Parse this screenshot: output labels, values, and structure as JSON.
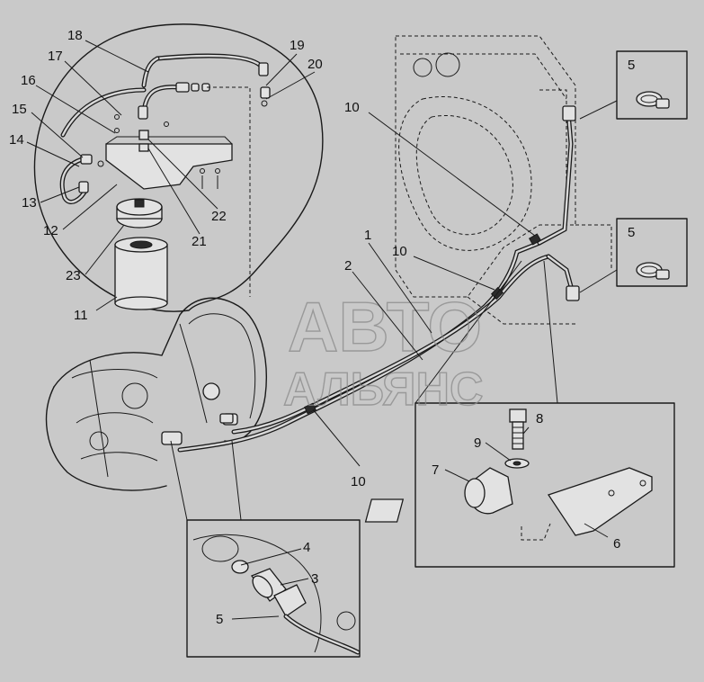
{
  "watermark": {
    "line1": "АВТО",
    "line2": "АЛЬЯНС"
  },
  "callouts": [
    {
      "id": "c18",
      "text": "18"
    },
    {
      "id": "c17",
      "text": "17"
    },
    {
      "id": "c16",
      "text": "16"
    },
    {
      "id": "c15",
      "text": "15"
    },
    {
      "id": "c14",
      "text": "14"
    },
    {
      "id": "c13",
      "text": "13"
    },
    {
      "id": "c12",
      "text": "12"
    },
    {
      "id": "c23",
      "text": "23"
    },
    {
      "id": "c11",
      "text": "11"
    },
    {
      "id": "c21",
      "text": "21"
    },
    {
      "id": "c22",
      "text": "22"
    },
    {
      "id": "c19",
      "text": "19"
    },
    {
      "id": "c20",
      "text": "20"
    },
    {
      "id": "c10a",
      "text": "10"
    },
    {
      "id": "c10b",
      "text": "10"
    },
    {
      "id": "c10c",
      "text": "10"
    },
    {
      "id": "c1",
      "text": "1"
    },
    {
      "id": "c2",
      "text": "2"
    },
    {
      "id": "c5a",
      "text": "5"
    },
    {
      "id": "c5b",
      "text": "5"
    },
    {
      "id": "c8",
      "text": "8"
    },
    {
      "id": "c9",
      "text": "9"
    },
    {
      "id": "c7",
      "text": "7"
    },
    {
      "id": "c6",
      "text": "6"
    },
    {
      "id": "c4",
      "text": "4"
    },
    {
      "id": "c3",
      "text": "3"
    },
    {
      "id": "c5c",
      "text": "5"
    }
  ]
}
